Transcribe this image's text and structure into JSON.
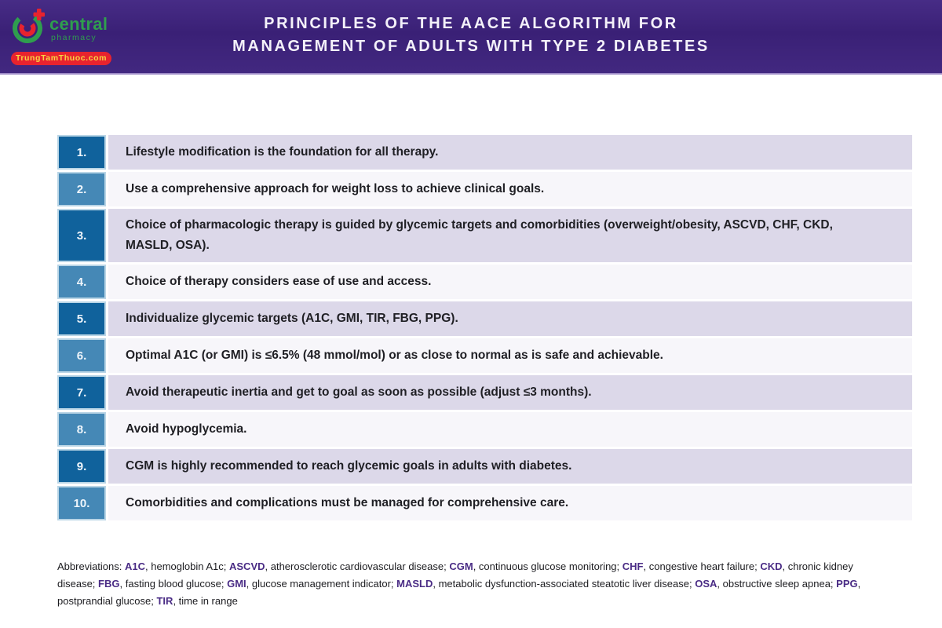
{
  "header": {
    "title_line1": "PRINCIPLES OF THE AACE ALGORITHM FOR",
    "title_line2": "MANAGEMENT OF ADULTS WITH TYPE 2 DIABETES",
    "bg_color": "#3a2076",
    "logo": {
      "name": "central",
      "subname": "pharmacy",
      "badge": "TrungTamThuoc.com",
      "icon": "central-pharmacy-c-ring-with-red-plus",
      "green": "#2f9e4e",
      "red": "#e8232e",
      "yellow": "#f7d643"
    }
  },
  "table": {
    "colors": {
      "number_dark": "#10629c",
      "number_light": "#4588b6",
      "row_lavender": "#dcd8e9",
      "row_white": "#f7f6fa"
    },
    "rows": [
      {
        "num": "1.",
        "text": "Lifestyle modification is the foundation for all therapy."
      },
      {
        "num": "2.",
        "text": "Use a comprehensive approach for weight loss to achieve clinical goals."
      },
      {
        "num": "3.",
        "text": "Choice of pharmacologic therapy is guided by glycemic targets and comorbidities (overweight/obesity, ASCVD, CHF, CKD, MASLD, OSA)."
      },
      {
        "num": "4.",
        "text": "Choice of therapy considers ease of use and access."
      },
      {
        "num": "5.",
        "text": "Individualize glycemic targets (A1C, GMI, TIR, FBG, PPG)."
      },
      {
        "num": "6.",
        "text": "Optimal A1C (or GMI) is ≤6.5% (48 mmol/mol) or as close to normal as is safe and achievable."
      },
      {
        "num": "7.",
        "text": "Avoid therapeutic inertia and get to goal as soon as possible (adjust ≤3 months)."
      },
      {
        "num": "8.",
        "text": "Avoid hypoglycemia."
      },
      {
        "num": "9.",
        "text": "CGM is highly recommended to reach glycemic goals in adults with diabetes."
      },
      {
        "num": "10.",
        "text": "Comorbidities and complications must be managed for comprehensive care."
      }
    ]
  },
  "footer": {
    "label": "Abbreviations:",
    "abbr_color": "#4a2c85",
    "items": [
      {
        "abbr": "A1C",
        "definition": "hemoglobin A1c"
      },
      {
        "abbr": "ASCVD",
        "definition": "atherosclerotic cardiovascular disease"
      },
      {
        "abbr": "CGM",
        "definition": "continuous glucose monitoring"
      },
      {
        "abbr": "CHF",
        "definition": "congestive heart failure"
      },
      {
        "abbr": "CKD",
        "definition": "chronic kidney disease"
      },
      {
        "abbr": "FBG",
        "definition": "fasting blood glucose"
      },
      {
        "abbr": "GMI",
        "definition": "glucose management indicator"
      },
      {
        "abbr": "MASLD",
        "definition": "metabolic dysfunction-associated steatotic liver disease"
      },
      {
        "abbr": "OSA",
        "definition": "obstructive sleep apnea"
      },
      {
        "abbr": "PPG",
        "definition": "postprandial glucose"
      },
      {
        "abbr": "TIR",
        "definition": "time in range"
      }
    ]
  }
}
